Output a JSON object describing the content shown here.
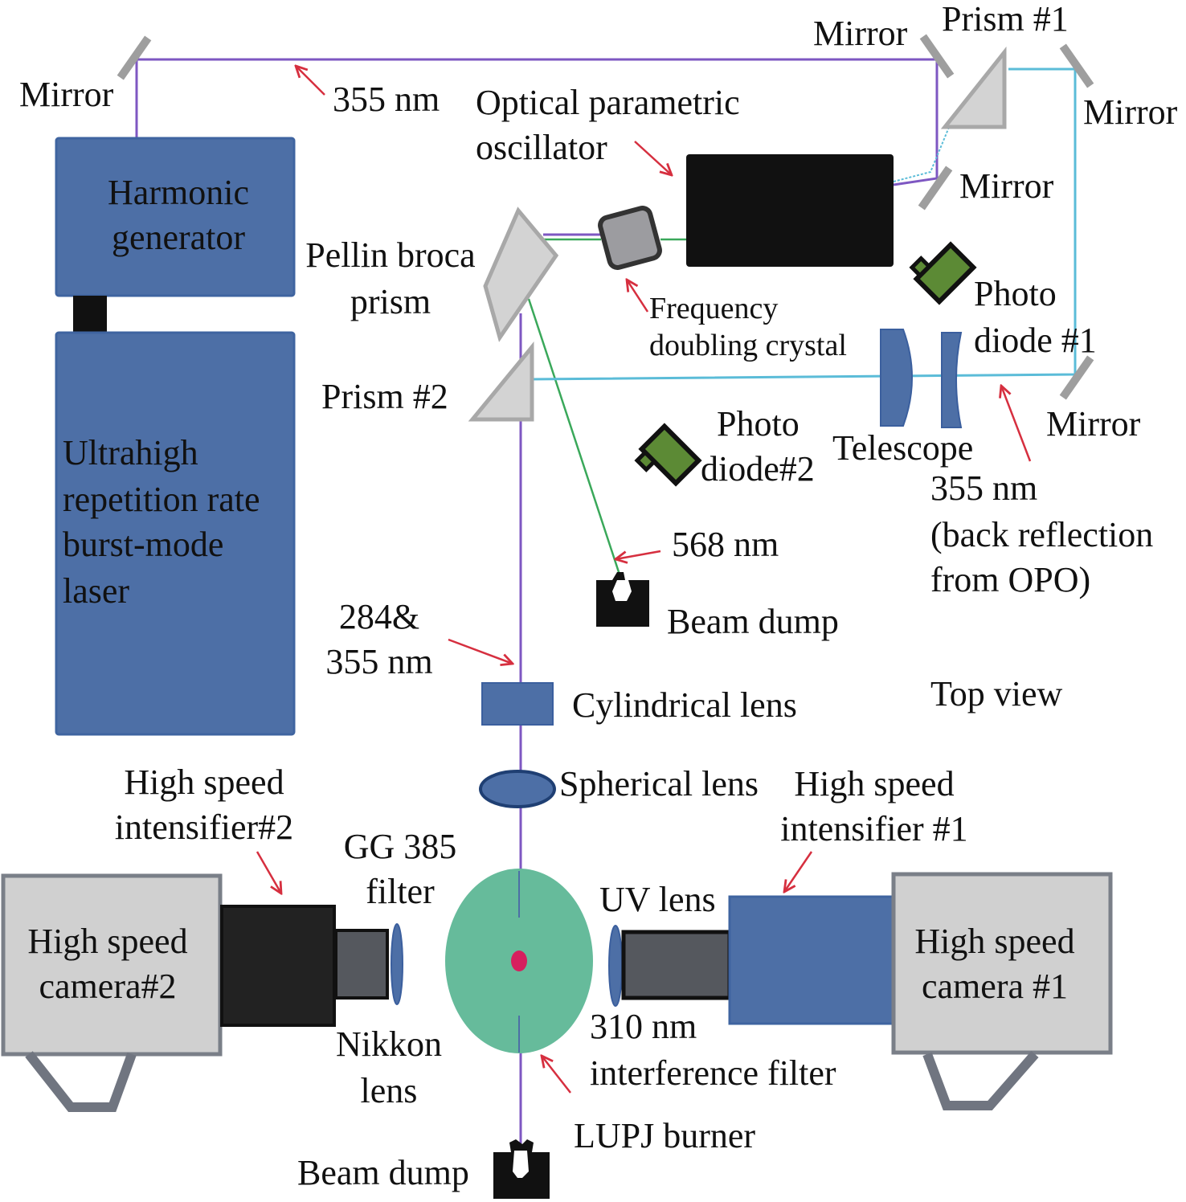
{
  "title": "Top view",
  "colors": {
    "beam_355": "#7e57c2",
    "beam_568": "#3aa85a",
    "beam_uv_back": "#5bbcd8",
    "blue_component": "#4d6fa6",
    "gray_component": "#cfcfcf",
    "burner": "#66bb9b",
    "arrow": "#d62f3f",
    "photodiode": "#5c8a35"
  },
  "labels": {
    "mirror_top_left": "Mirror",
    "wavelength_355_top": "355 nm",
    "opo": [
      "Optical parametric",
      "oscillator"
    ],
    "mirror_top_right": "Mirror",
    "prism1": "Prism #1",
    "mirror_right": "Mirror",
    "mirror_opo": "Mirror",
    "harmonic_generator": [
      "Harmonic",
      "generator"
    ],
    "pellin_broca": [
      "Pellin broca",
      "prism"
    ],
    "freq_doubling": [
      "Frequency",
      "doubling crystal"
    ],
    "photodiode1": [
      "Photo",
      "diode #1"
    ],
    "prism2": "Prism #2",
    "mirror_lower_right": "Mirror",
    "photodiode2": [
      "Photo",
      "diode#2"
    ],
    "telescope": "Telescope",
    "back_reflection": [
      "355 nm",
      "(back reflection",
      "from OPO)"
    ],
    "laser": [
      "Ultrahigh",
      "repetition rate",
      "burst-mode",
      "laser"
    ],
    "wavelength_568": "568 nm",
    "beam_dump_upper": "Beam dump",
    "wavelength_284_355": [
      "284&",
      "355 nm"
    ],
    "cylindrical_lens": "Cylindrical lens",
    "top_view": "Top view",
    "spherical_lens": "Spherical lens",
    "intensifier2": [
      "High speed",
      "intensifier#2"
    ],
    "intensifier1": [
      "High speed",
      "intensifier #1"
    ],
    "gg385": [
      "GG 385",
      "filter"
    ],
    "uv_lens": "UV lens",
    "camera2": [
      "High speed",
      "camera#2"
    ],
    "camera1": [
      "High speed",
      "camera #1"
    ],
    "nikkon_lens": [
      "Nikkon",
      "lens"
    ],
    "interference_filter": [
      "310 nm",
      "interference filter"
    ],
    "lupj_burner": "LUPJ burner",
    "beam_dump_lower": "Beam dump"
  }
}
